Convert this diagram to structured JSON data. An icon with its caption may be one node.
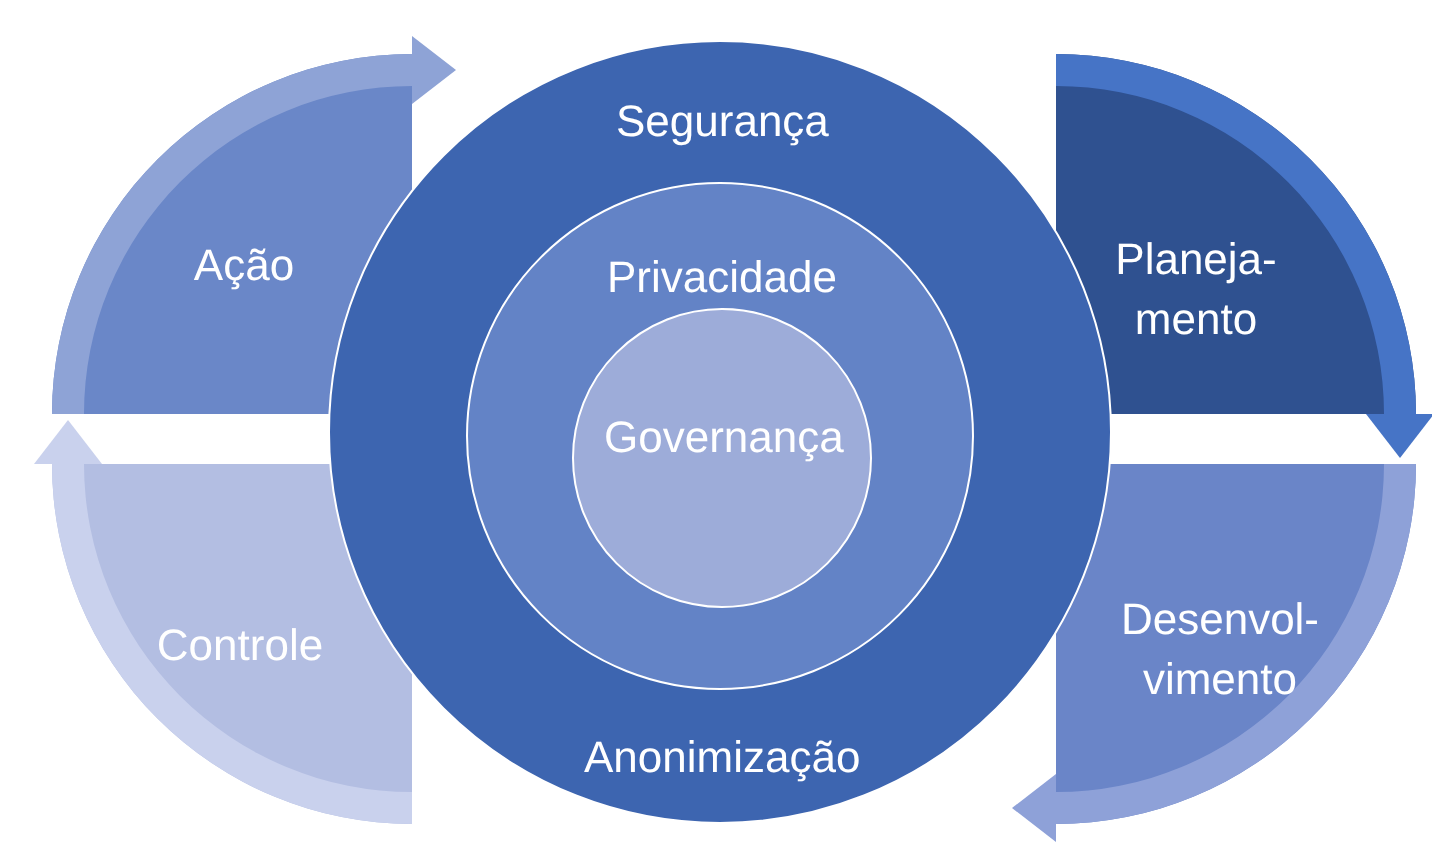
{
  "diagram": {
    "nodes": [
      {
        "text": [
          "Segurança",
          "Anonimização"
        ]
      },
      {
        "text": [
          "Privacidade"
        ],
        "in": 0
      },
      {
        "text": [
          "Governança"
        ],
        "in": 1
      },
      {
        "text": [
          "Ação"
        ]
      },
      {
        "text": [
          "Planeja-mento"
        ]
      },
      {
        "text": [
          "Desenvol-vimento"
        ]
      },
      {
        "text": [
          "Controle"
        ]
      }
    ]
  }
}
